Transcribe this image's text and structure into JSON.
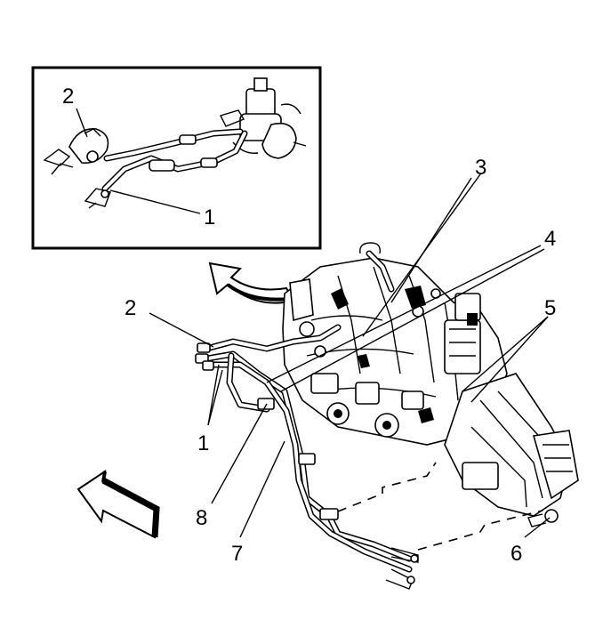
{
  "inset": {
    "callouts": {
      "hose_connector": "2",
      "line_fitting": "1"
    }
  },
  "main": {
    "callouts": {
      "line_a": "2",
      "line_b": "1",
      "hose_upper": "3",
      "hose_lower": "4",
      "clip_front": "5",
      "bracket": "6",
      "pipe_retainer": "7",
      "clip_rear": "8"
    }
  }
}
